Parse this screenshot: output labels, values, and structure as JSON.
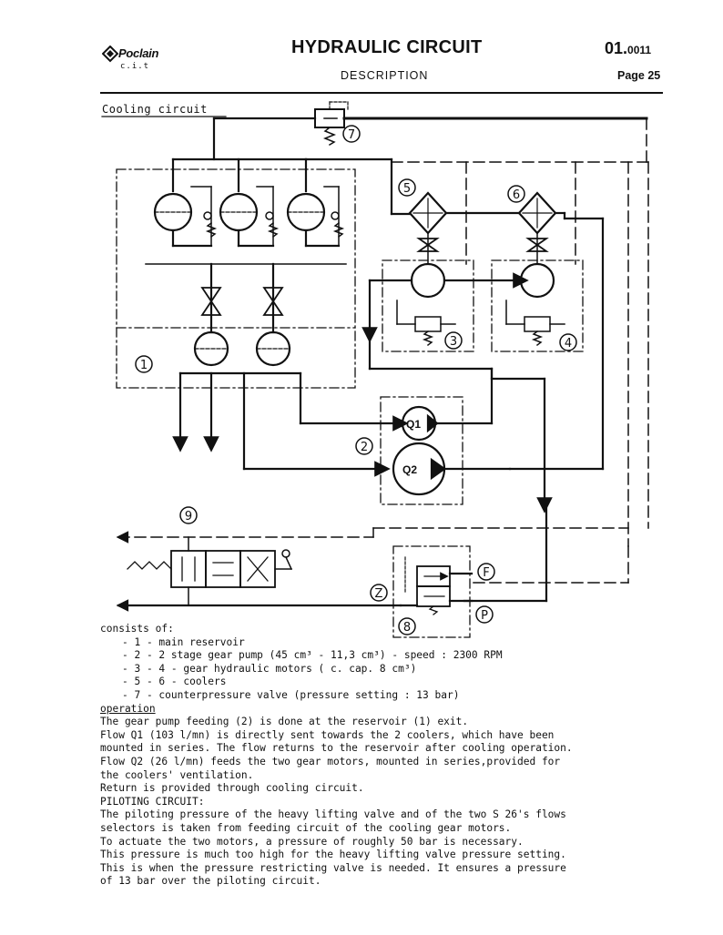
{
  "header": {
    "brand": "Poclain",
    "brand_sub": "c.i.t",
    "title": "HYDRAULIC CIRCUIT",
    "doc_number_main": "01.",
    "doc_number_sub": "0011",
    "subtitle": "DESCRIPTION",
    "page": "Page 25"
  },
  "diagram": {
    "section_label": "Cooling circuit",
    "callouts": [
      "1",
      "2",
      "3",
      "4",
      "5",
      "6",
      "7",
      "8",
      "9"
    ],
    "port_labels": [
      "F",
      "Z",
      "P"
    ],
    "pump_labels": [
      "Q1",
      "Q2"
    ]
  },
  "body": {
    "intro": "consists of:",
    "components": [
      "- 1 - main reservoir",
      "- 2 - 2 stage gear pump (45 cm³ - 11,3 cm³) - speed : 2300 RPM",
      "- 3 - 4 - gear hydraulic motors ( c. cap. 8 cm³)",
      "- 5 - 6 - coolers",
      "- 7 - counterpressure valve (pressure setting : 13 bar)"
    ],
    "operation_heading": "operation",
    "operation_lines": [
      "The gear pump feeding (2) is done at the reservoir (1) exit.",
      "Flow Q1 (103 l/mn) is directly sent towards the 2 coolers, which have been",
      "mounted in series. The flow returns to the reservoir after cooling operation.",
      "Flow Q2 (26 l/mn) feeds the two gear motors, mounted in series,provided for",
      "the coolers' ventilation.",
      "Return is provided through cooling circuit."
    ],
    "piloting_heading": "PILOTING CIRCUIT:",
    "piloting_lines": [
      "The piloting pressure of the heavy lifting valve and of the two S 26's flows",
      "selectors is taken from feeding circuit of the cooling gear motors.",
      "To actuate the two motors, a pressure of roughly 50 bar is necessary.",
      "This pressure is much too high for the heavy lifting valve pressure setting.",
      "This is when the pressure restricting valve is needed. It ensures a pressure",
      "of 13 bar over the piloting circuit."
    ]
  }
}
